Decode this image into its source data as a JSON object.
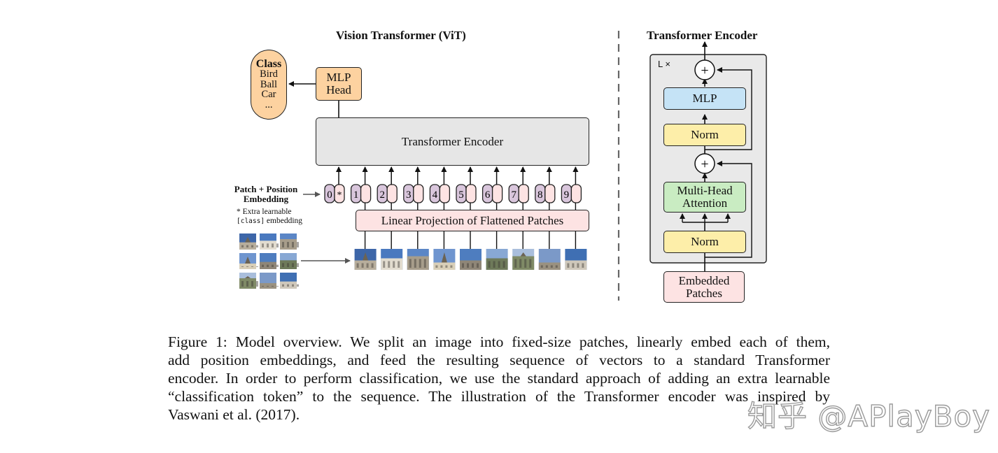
{
  "vit": {
    "title": "Vision Transformer (ViT)",
    "class_box": {
      "heading": "Class",
      "items": [
        "Bird",
        "Ball",
        "Car",
        "..."
      ]
    },
    "mlp_head": [
      "MLP",
      "Head"
    ],
    "transformer_encoder": "Transformer Encoder",
    "patch_embedding_label": [
      "Patch + Position",
      "Embedding"
    ],
    "extra_note": {
      "line1": "* Extra learnable",
      "code": "[class]",
      "rest": " embedding"
    },
    "linear_projection": "Linear Projection of Flattened Patches",
    "tokens": [
      "0",
      "1",
      "2",
      "3",
      "4",
      "5",
      "6",
      "7",
      "8",
      "9"
    ],
    "class_token_marker": "*"
  },
  "encoder": {
    "title": "Transformer Encoder",
    "repeat_label": "L ×",
    "mlp": "MLP",
    "norm_top": "Norm",
    "plus_symbol": "+",
    "mha": [
      "Multi-Head",
      "Attention"
    ],
    "norm_bottom": "Norm",
    "embedded_patches": [
      "Embedded",
      "Patches"
    ]
  },
  "colors": {
    "class_fill": "#fdd2a0",
    "mlp_head_fill": "#fdd2a0",
    "encoder_fill": "#e6e6e6",
    "projection_fill": "#fde3e3",
    "token_position_fill": "#d9c6dc",
    "token_embedding_fill": "#fde3e3",
    "mlp_fill": "#c5e3f6",
    "norm_fill": "#fdeea9",
    "mha_fill": "#c9ecc2",
    "embedded_fill": "#fde3e3",
    "block_bg": "#e9e9e9"
  },
  "caption": {
    "lines": [
      "Figure 1: Model overview. We split an image into fixed-size patches, linearly embed each of them,",
      "add position embeddings, and feed the resulting sequence of vectors to a standard Transformer",
      "encoder. In order to perform classification, we use the standard approach of adding an extra learnable",
      "“classification token” to the sequence. The illustration of the Transformer encoder was inspired by",
      "Vaswani et al. (2017)."
    ]
  },
  "watermark": "知乎 @APlayBoy"
}
